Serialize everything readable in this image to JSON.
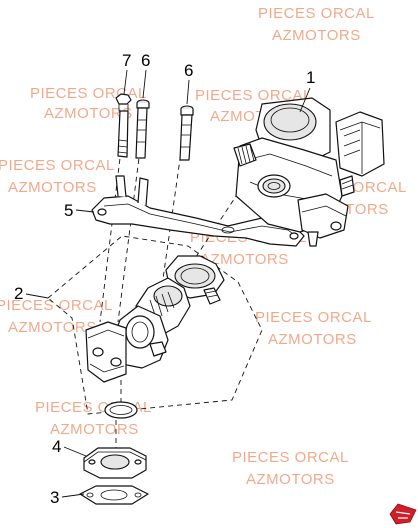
{
  "watermark": {
    "lines": [
      "PIECES ORCAL",
      "AZMOTORS",
      "PIECES ORCAL",
      "AZMOTORS",
      "PIECES ORCAL",
      "AZMOTORS",
      "PIECES ORCAL",
      "AZMOTORS",
      "PIECES ORCAL",
      "AZMOTORS",
      "PIECES ORCAL",
      "AZMOTORS",
      "PIECES ORCAL",
      "AZMOTORS",
      "PIECES ORCAL",
      "AZMOTORS",
      "PIECES ORCAL",
      "AZMOTORS",
      "PIECES ORCAL",
      "AZMOTORS"
    ],
    "color": "#f2a98a"
  },
  "callouts": {
    "c1": "1",
    "c2": "2",
    "c3": "3",
    "c4": "4",
    "c5": "5",
    "c6a": "6",
    "c6b": "6",
    "c7": "7"
  },
  "logo": {
    "color": "#d11f2a"
  }
}
